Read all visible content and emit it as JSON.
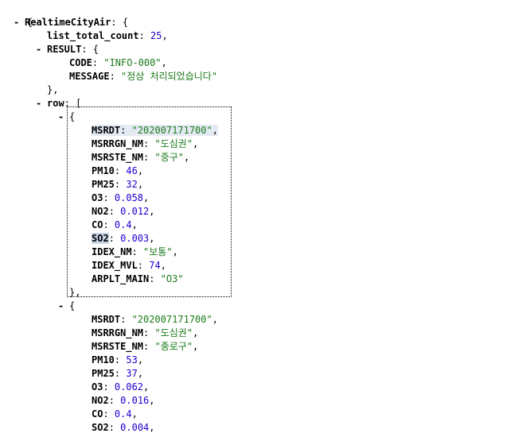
{
  "json_viewer": {
    "open_brace": "{",
    "root": {
      "key": "RealtimeCityAir",
      "toggle": "-",
      "list_total_count": {
        "key": "list_total_count",
        "value": "25"
      },
      "result": {
        "key": "RESULT",
        "toggle": "-",
        "code": {
          "key": "CODE",
          "value": "\"INFO-000\""
        },
        "message": {
          "key": "MESSAGE",
          "value": "\"정상 처리되었습니다\""
        }
      },
      "row": {
        "key": "row",
        "toggle": "-",
        "items": [
          {
            "toggle": "-",
            "fields": [
              {
                "key": "MSRDT",
                "value": "\"202007171700\""
              },
              {
                "key": "MSRRGN_NM",
                "value": "\"도심권\""
              },
              {
                "key": "MSRSTE_NM",
                "value": "\"중구\""
              },
              {
                "key": "PM10",
                "value": "46"
              },
              {
                "key": "PM25",
                "value": "32"
              },
              {
                "key": "O3",
                "value": "0.058"
              },
              {
                "key": "NO2",
                "value": "0.012"
              },
              {
                "key": "CO",
                "value": "0.4"
              },
              {
                "key": "SO2",
                "value": "0.003"
              },
              {
                "key": "IDEX_NM",
                "value": "\"보통\""
              },
              {
                "key": "IDEX_MVL",
                "value": "74"
              },
              {
                "key": "ARPLT_MAIN",
                "value": "\"O3\""
              }
            ]
          },
          {
            "toggle": "-",
            "fields": [
              {
                "key": "MSRDT",
                "value": "\"202007171700\""
              },
              {
                "key": "MSRRGN_NM",
                "value": "\"도심권\""
              },
              {
                "key": "MSRSTE_NM",
                "value": "\"종로구\""
              },
              {
                "key": "PM10",
                "value": "53"
              },
              {
                "key": "PM25",
                "value": "37"
              },
              {
                "key": "O3",
                "value": "0.062"
              },
              {
                "key": "NO2",
                "value": "0.016"
              },
              {
                "key": "CO",
                "value": "0.4"
              },
              {
                "key": "SO2",
                "value": "0.004"
              }
            ]
          }
        ]
      }
    },
    "syntax_colors": {
      "key": "#000000",
      "string": "#1a7a1a",
      "number": "#1c00cf",
      "highlight": "#e4eaf3",
      "selection": "#c9d6e8"
    }
  }
}
